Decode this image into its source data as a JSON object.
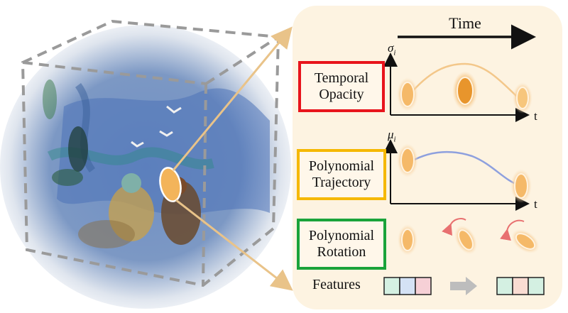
{
  "diagram": {
    "time_label": "Time",
    "rows": [
      {
        "label": "Temporal\nOpacity",
        "border": "#e8141c",
        "y_axis": "σ",
        "y_sub": "i",
        "x_axis": "t"
      },
      {
        "label": "Polynomial\nTrajectory",
        "border": "#f5b800",
        "y_axis": "μ",
        "y_sub": "i",
        "x_axis": "t"
      },
      {
        "label": "Polynomial\nRotation",
        "border": "#1aa33a"
      }
    ],
    "features_label": "Features",
    "feature_colors_before": [
      "#d4f0e2",
      "#d4e2f5",
      "#f6d0d6"
    ],
    "feature_colors_after": [
      "#d4f0e2",
      "#f9dcd2",
      "#d4f0e2"
    ],
    "colors": {
      "panel_bg": "#fdf3e1",
      "gaussian_fill": "#f2b25a",
      "opacity_curve": "#f3c78a",
      "trajectory_curve": "#8ea0de",
      "rotation_arrow": "#e87070",
      "arrow_gray": "#bdbdbd"
    }
  }
}
